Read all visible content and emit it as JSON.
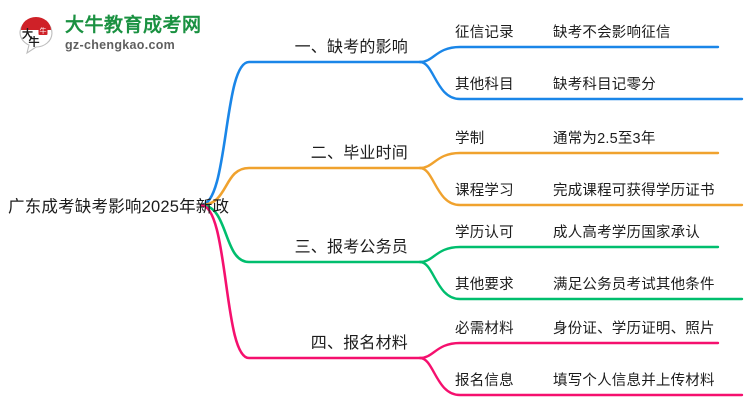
{
  "logo": {
    "mark_text": "大牛",
    "title": "大牛教育成考网",
    "subtitle": "gz-chengkao.com",
    "title_color": "#1a9141",
    "mark_color": "#cf2128"
  },
  "mindmap": {
    "root": {
      "label": "广东成考缺考影响2025年新政"
    },
    "branches": [
      {
        "label": "一、缺考的影响",
        "color": "#1a86e8",
        "items": [
          {
            "key": "征信记录",
            "value": "缺考不会影响征信"
          },
          {
            "key": "其他科目",
            "value": "缺考科目记零分"
          }
        ]
      },
      {
        "label": "二、毕业时间",
        "color": "#f0a22e",
        "items": [
          {
            "key": "学制",
            "value": "通常为2.5至3年"
          },
          {
            "key": "课程学习",
            "value": "完成课程可获得学历证书"
          }
        ]
      },
      {
        "label": "三、报考公务员",
        "color": "#00be6e",
        "items": [
          {
            "key": "学历认可",
            "value": "成人高考学历国家承认"
          },
          {
            "key": "其他要求",
            "value": "满足公务员考试其他条件"
          }
        ]
      },
      {
        "label": "四、报名材料",
        "color": "#f5106e",
        "items": [
          {
            "key": "必需材料",
            "value": "身份证、学历证明、照片"
          },
          {
            "key": "报名信息",
            "value": "填写个人信息并上传材料"
          }
        ]
      }
    ]
  }
}
